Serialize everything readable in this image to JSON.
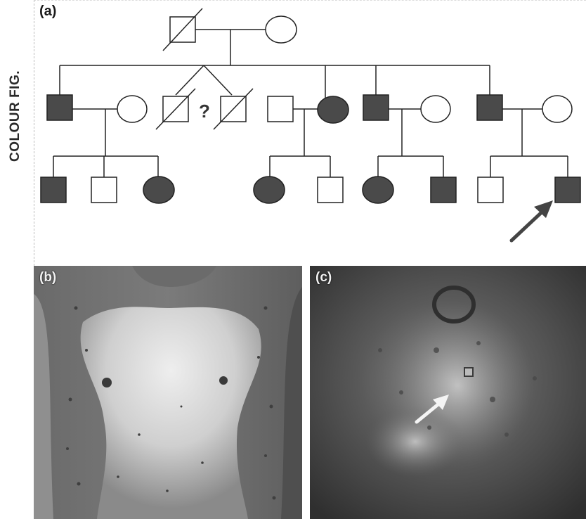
{
  "side_label": "COLOUR FIG.",
  "panels": {
    "a": "(a)",
    "b": "(b)",
    "c": "(c)"
  },
  "pedigree": {
    "unknown_mark": "?",
    "colors": {
      "affected": "#4a4a4a",
      "unaffected": "#ffffff",
      "line": "#222222",
      "arrow": "#444444"
    }
  },
  "photo_colors": {
    "b_background": "#5a5a5a",
    "b_skin": "#d9d9d9",
    "c_background": "#3c3c3c",
    "c_arrow": "#f4f4f4"
  }
}
